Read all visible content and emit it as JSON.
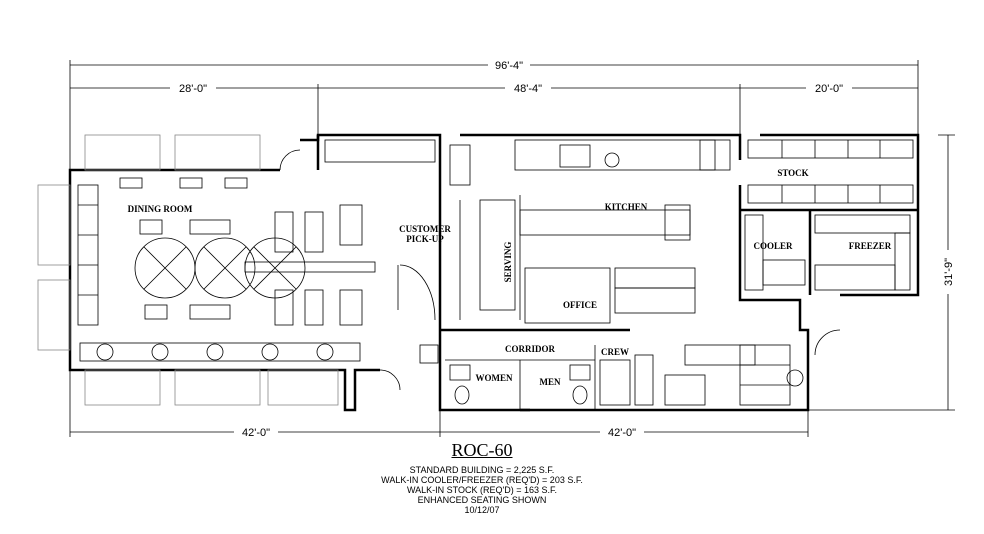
{
  "dimensions": {
    "overall_width": "96'-4\"",
    "segment_left": "28'-0\"",
    "segment_middle": "48'-4\"",
    "segment_right": "20'-0\"",
    "depth": "31'-9\"",
    "bottom_left": "42'-0\"",
    "bottom_right": "42'-0\""
  },
  "rooms": {
    "dining": "DINING ROOM",
    "pickup_1": "CUSTOMER",
    "pickup_2": "PICK-UP",
    "serving": "SERVING",
    "kitchen": "KITCHEN",
    "stock": "STOCK",
    "cooler": "COOLER",
    "freezer": "FREEZER",
    "office": "OFFICE",
    "corridor": "CORRIDOR",
    "crew": "CREW",
    "women": "WOMEN",
    "men": "MEN"
  },
  "title_block": {
    "title": "ROC-60",
    "notes": [
      "STANDARD BUILDING = 2,225 S.F.",
      "WALK-IN COOLER/FREEZER (REQ'D) = 203 S.F.",
      "WALK-IN STOCK (REQ'D) = 163 S.F.",
      "ENHANCED SEATING SHOWN",
      "10/12/07"
    ]
  }
}
